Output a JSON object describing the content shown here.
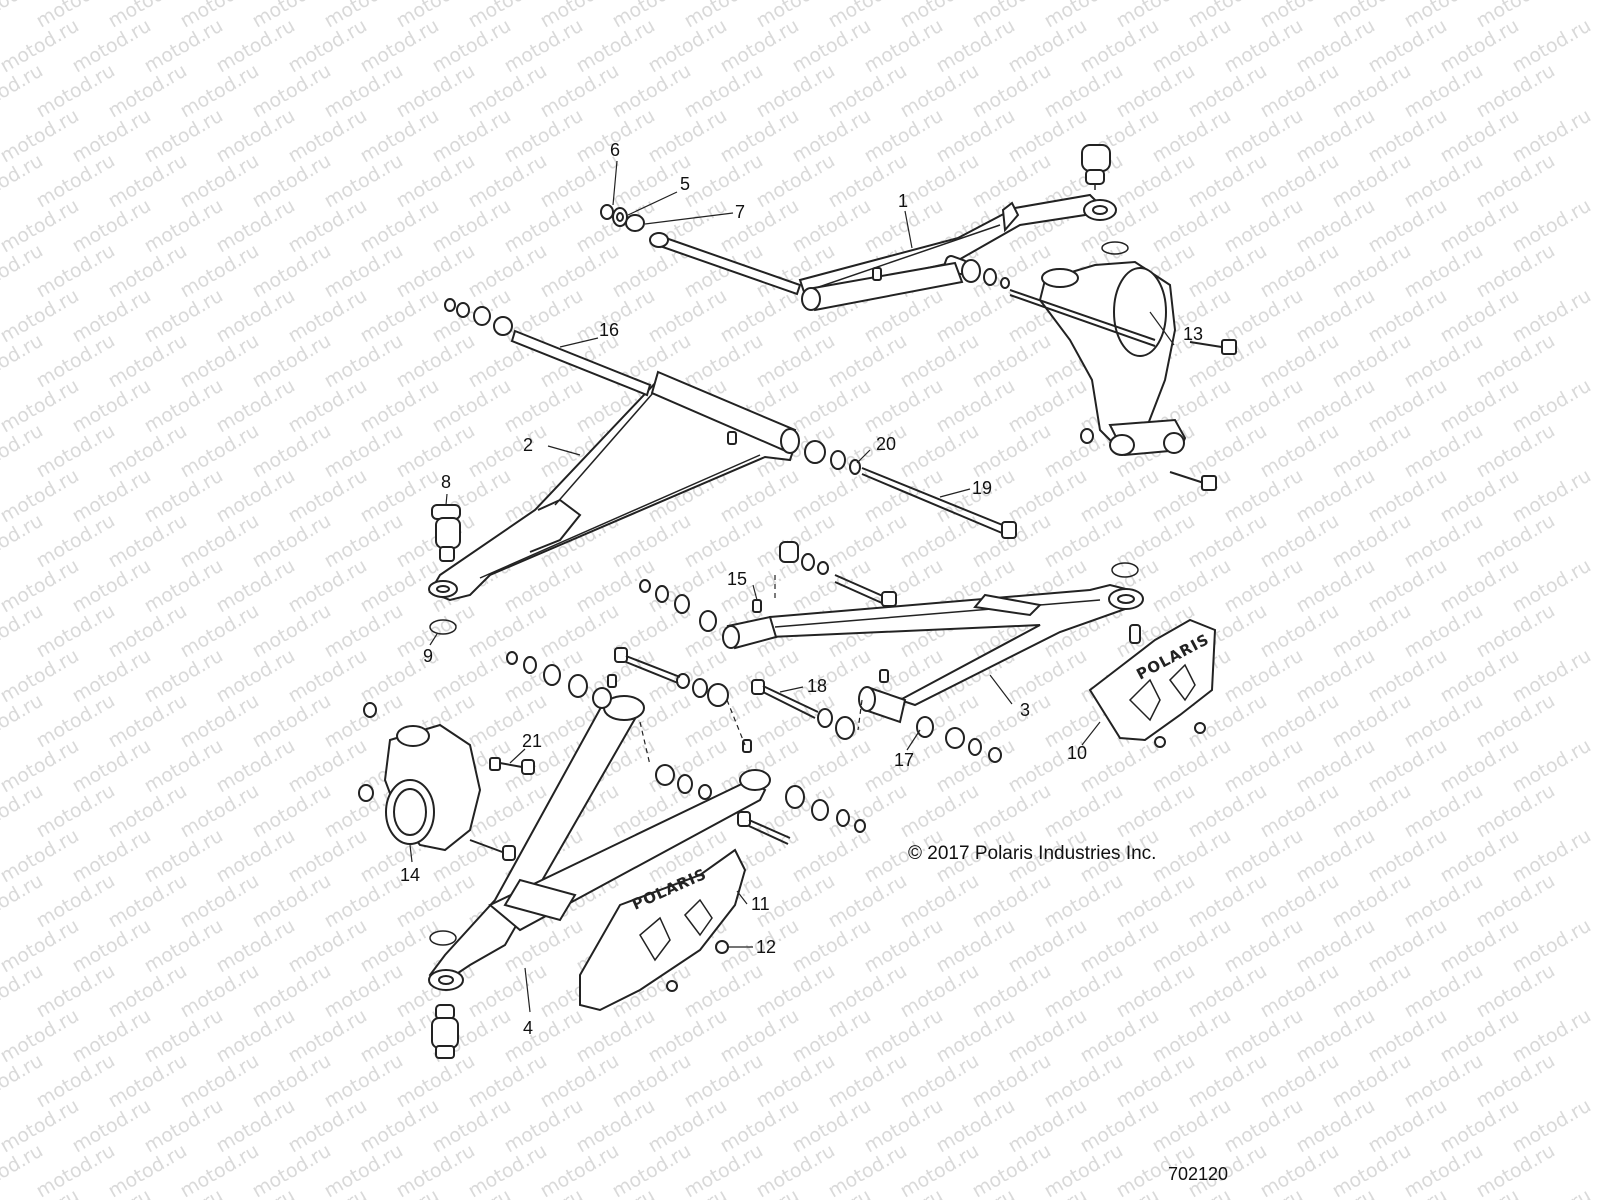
{
  "watermark": {
    "text": "motod.ru"
  },
  "callouts": {
    "c1": "1",
    "c2": "2",
    "c3": "3",
    "c4": "4",
    "c5": "5",
    "c6": "6",
    "c7": "7",
    "c8": "8",
    "c9": "9",
    "c10": "10",
    "c11": "11",
    "c12": "12",
    "c13": "13",
    "c14": "14",
    "c15": "15",
    "c16": "16",
    "c17": "17",
    "c18": "18",
    "c19": "19",
    "c20": "20",
    "c21": "21"
  },
  "copyright": "© 2017 Polaris Industries Inc.",
  "diagram_number": "702120",
  "logos": {
    "guard_logo": "POLARIS"
  }
}
